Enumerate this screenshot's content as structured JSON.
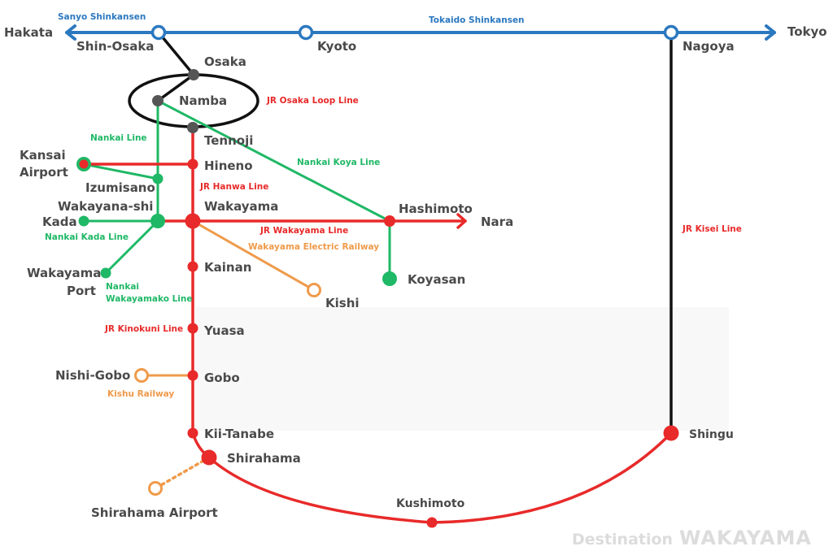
{
  "title": "Wakayama access route map",
  "colors": {
    "shinkansen": "#2b78bf",
    "jr": "#e82a2a",
    "nankai": "#1fb866",
    "private": "#ef9a4a",
    "loop": "#111111",
    "node_gray": "#555555",
    "text": "#4a4a4a",
    "watermark": "#dcdcdc"
  },
  "lines": {
    "sanyo_shinkansen": "Sanyo Shinkansen",
    "tokaido_shinkansen": "Tokaido Shinkansen",
    "jr_osaka_loop": "JR Osaka Loop Line",
    "nankai_line": "Nankai Line",
    "nankai_koya": "Nankai Koya Line",
    "jr_hanwa": "JR Hanwa Line",
    "jr_wakayama": "JR Wakayama Line",
    "wakayama_electric": "Wakayama Electric Railway",
    "nankai_kada": "Nankai Kada Line",
    "nankai_wakayamako_1": "Nankai",
    "nankai_wakayamako_2": "Wakayamako Line",
    "jr_kinokuni": "JR Kinokuni Line",
    "kishu_railway": "Kishu Railway",
    "jr_kisei": "JR Kisei Line"
  },
  "stations": {
    "hakata": "Hakata",
    "shin_osaka": "Shin-Osaka",
    "kyoto": "Kyoto",
    "nagoya": "Nagoya",
    "tokyo": "Tokyo",
    "osaka": "Osaka",
    "namba": "Namba",
    "tennoji": "Tennoji",
    "kansai_airport_1": "Kansai",
    "kansai_airport_2": "Airport",
    "hineno": "Hineno",
    "izumisano": "Izumisano",
    "wakayana_shi": "Wakayana-shi",
    "wakayama": "Wakayama",
    "kada": "Kada",
    "hashimoto": "Hashimoto",
    "nara": "Nara",
    "koyasan": "Koyasan",
    "wakayama_port_1": "Wakayama",
    "wakayama_port_2": "Port",
    "kainan": "Kainan",
    "kishi": "Kishi",
    "yuasa": "Yuasa",
    "gobo": "Gobo",
    "nishi_gobo": "Nishi-Gobo",
    "kii_tanabe": "Kii-Tanabe",
    "shirahama": "Shirahama",
    "shirahama_airport": "Shirahama Airport",
    "kushimoto": "Kushimoto",
    "shingu": "Shingu"
  },
  "watermark": {
    "part1": "Destination",
    "part2": "WAKAYAMA"
  }
}
